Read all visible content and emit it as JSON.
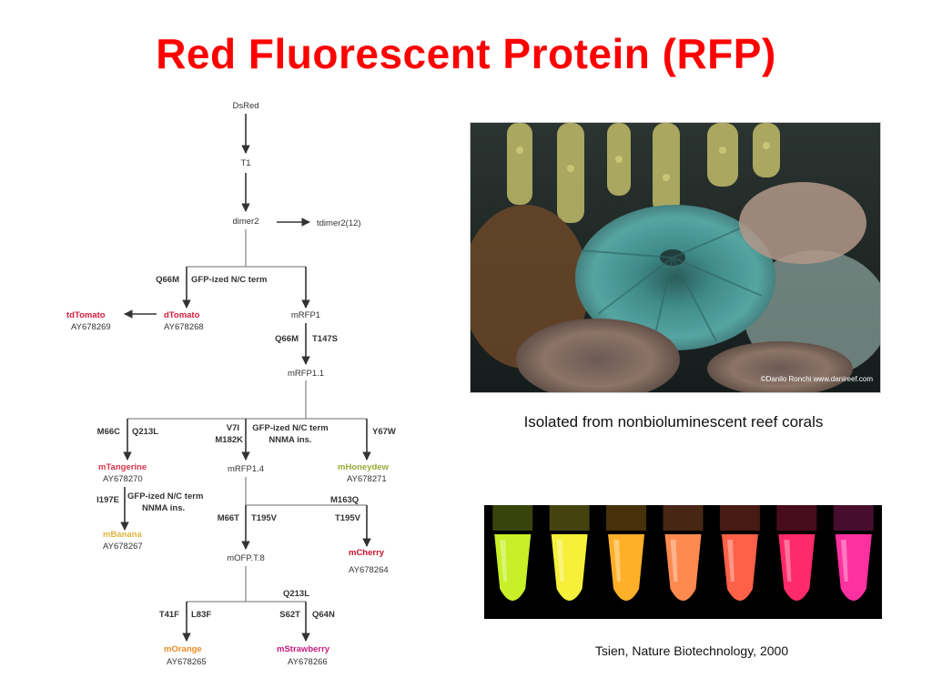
{
  "slide": {
    "title": "Red Fluorescent Protein (RFP)",
    "coral_caption": "Isolated from nonbioluminescent reef corals",
    "photo_credit": "©Danilo Ronchi www.danireef.com",
    "citation": "Tsien, Nature Biotechnology, 2000"
  },
  "tree": {
    "dsred": "DsRed",
    "t1": "T1",
    "dimer2": "dimer2",
    "tdimer2": "tdimer2(12)",
    "q66m_a": "Q66M",
    "gfp_ized_a": "GFP-ized N/C term",
    "tdtomato": "tdTomato",
    "tdtomato_acc": "AY678269",
    "dtomato": "dTomato",
    "dtomato_acc": "AY678268",
    "mrfp1": "mRFP1",
    "q66m_b": "Q66M",
    "t147s": "T147S",
    "mrfp11": "mRFP1.1",
    "m66c": "M66C",
    "q213l_a": "Q213L",
    "v7i": "V7I",
    "m182k": "M182K",
    "gfp_ized_b": "GFP-ized N/C term",
    "nnma_b": "NNMA ins.",
    "y67w": "Y67W",
    "mtangerine": "mTangerine",
    "mtangerine_acc": "AY678270",
    "mrfp14": "mRFP1.4",
    "mhoneydew": "mHoneydew",
    "mhoneydew_acc": "AY678271",
    "i197e": "I197E",
    "gfp_ized_c": "GFP-ized N/C term",
    "nnma_c": "NNMA ins.",
    "m163q": "M163Q",
    "m66t": "M66T",
    "t195v_a": "T195V",
    "t195v_b": "T195V",
    "mbanana": "mBanana",
    "mbanana_acc": "AY678267",
    "mcherry": "mCherry",
    "mcherry_acc": "AY678264",
    "mofpt8": "mOFP.T.8",
    "q213l_b": "Q213L",
    "t41f": "T41F",
    "l83f": "L83F",
    "s62t": "S62T",
    "q64n": "Q64N",
    "morange": "mOrange",
    "morange_acc": "AY678265",
    "mstrawberry": "mStrawberry",
    "mstrawberry_acc": "AY678266"
  },
  "colors": {
    "title": "#ff0000",
    "line": "#8a8a8a",
    "arrow": "#333333",
    "tdtomato": "#d81b3c",
    "dtomato": "#d81b3c",
    "mtangerine": "#d8344a",
    "mhoneydew": "#9aa83a",
    "mbanana": "#e0b43a",
    "mcherry": "#c8102e",
    "morange": "#f08a24",
    "mstrawberry": "#c5197d"
  },
  "tube_colors": [
    "#c8f028",
    "#f6f03a",
    "#ffb028",
    "#ff8a50",
    "#ff6048",
    "#ff2a6a",
    "#ff30a0"
  ]
}
